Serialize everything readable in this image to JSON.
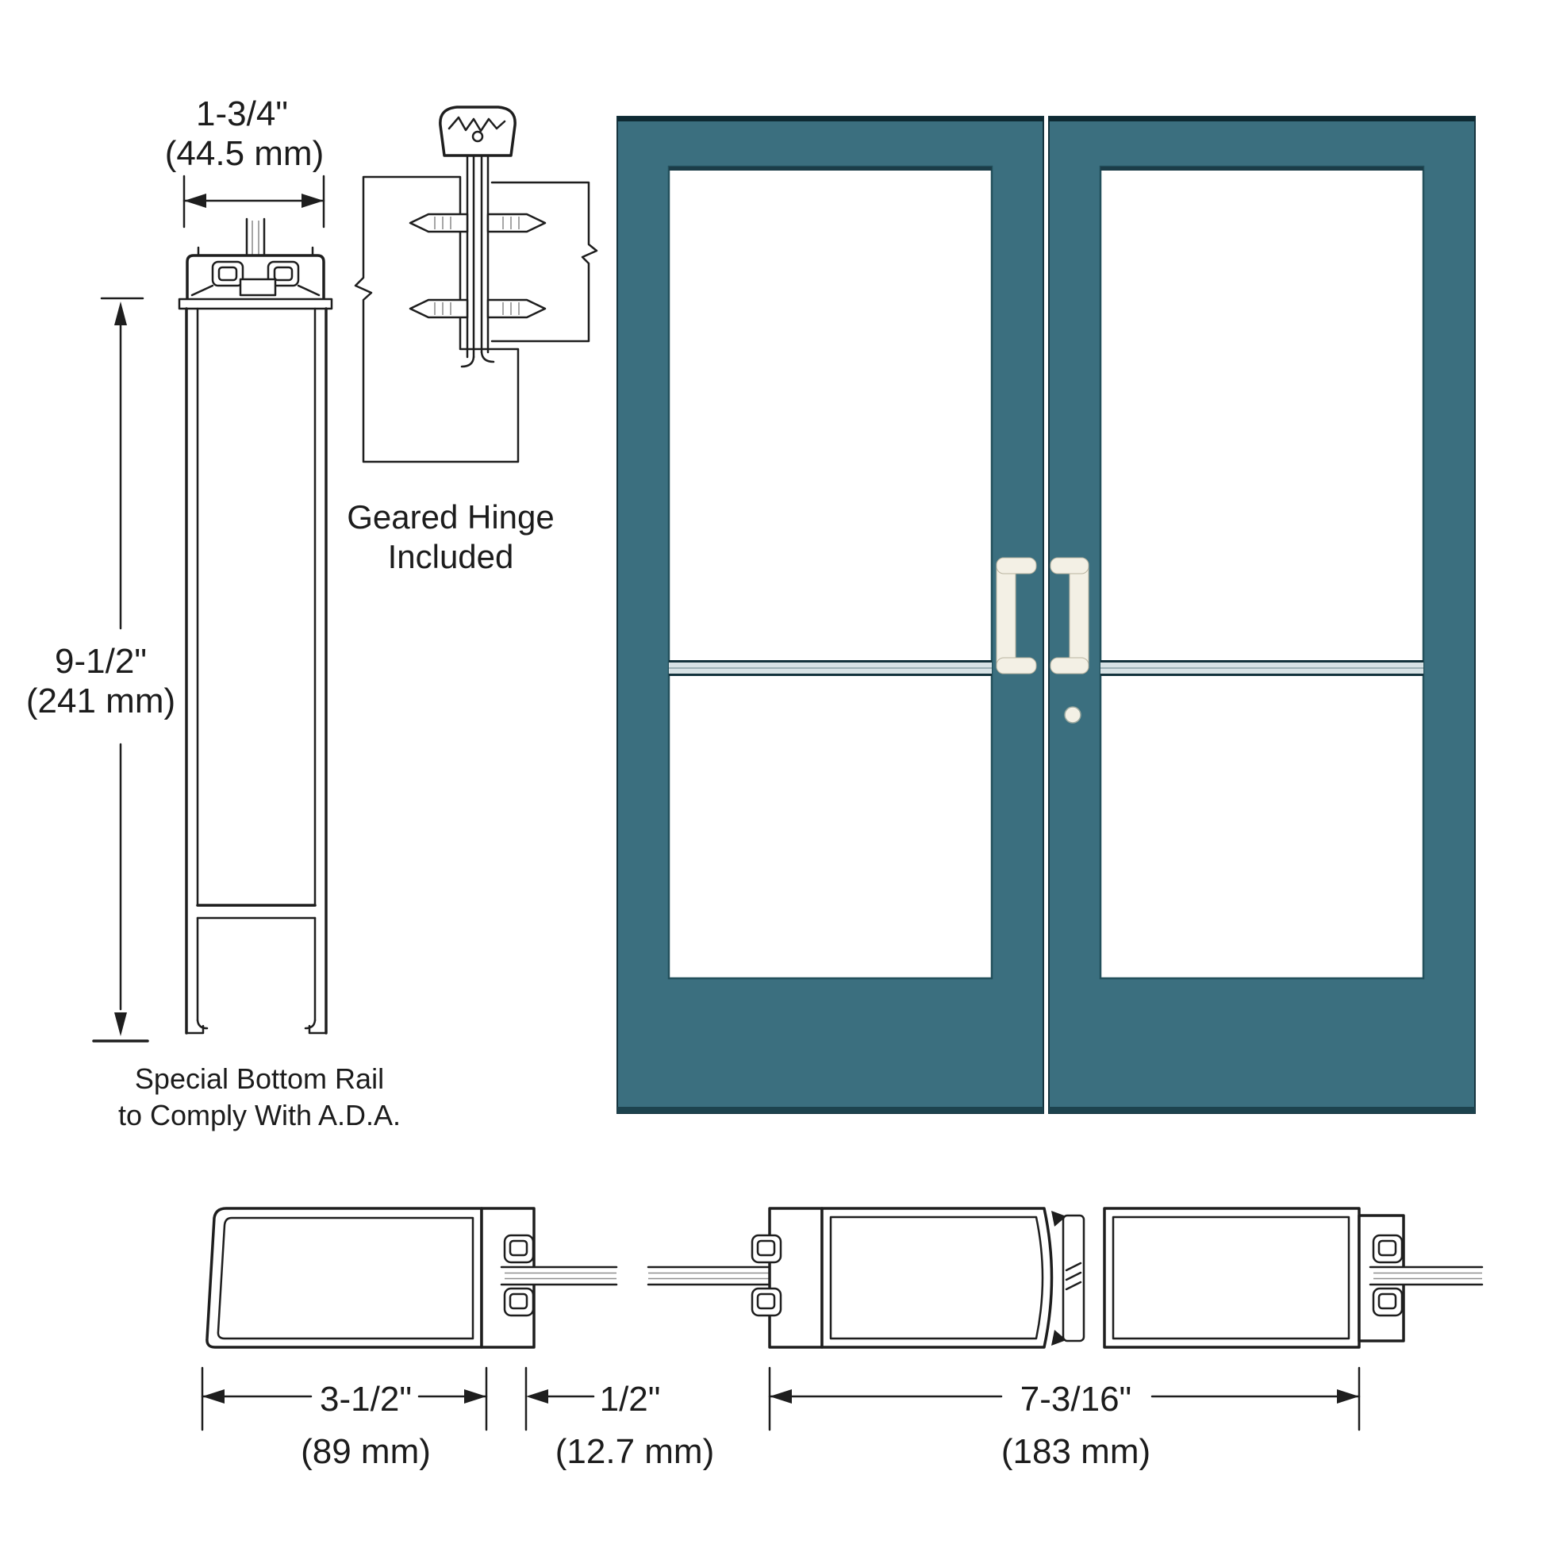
{
  "labels": {
    "hinge_line1": "Geared Hinge",
    "hinge_line2": "Included",
    "ada_line1": "Special Bottom Rail",
    "ada_line2": "to Comply With A.D.A."
  },
  "dimensions": {
    "door_thickness": {
      "imperial": "1-3/4\"",
      "metric": "(44.5 mm)"
    },
    "bottom_rail_height": {
      "imperial": "9-1/2\"",
      "metric": "(241 mm)"
    },
    "stile_width": {
      "imperial": "3-1/2\"",
      "metric": "(89 mm)"
    },
    "glass_channel": {
      "imperial": "1/2\"",
      "metric": "(12.7 mm)"
    },
    "pair_meeting_stiles": {
      "imperial": "7-3/16\"",
      "metric": "(183 mm)"
    }
  },
  "colors": {
    "door_teal": "#3b6f7f",
    "door_top_edge": "#0e2a33",
    "door_bottom_edge": "#1d434e",
    "door_outline": "#16343e",
    "glass_shadow": "#23505c",
    "glass_top_shadow": "#1b3d48",
    "handle_ivory": "#f3f0e5",
    "midrail_light": "#d7e2e5",
    "midrail_mid": "#9db0b5"
  }
}
